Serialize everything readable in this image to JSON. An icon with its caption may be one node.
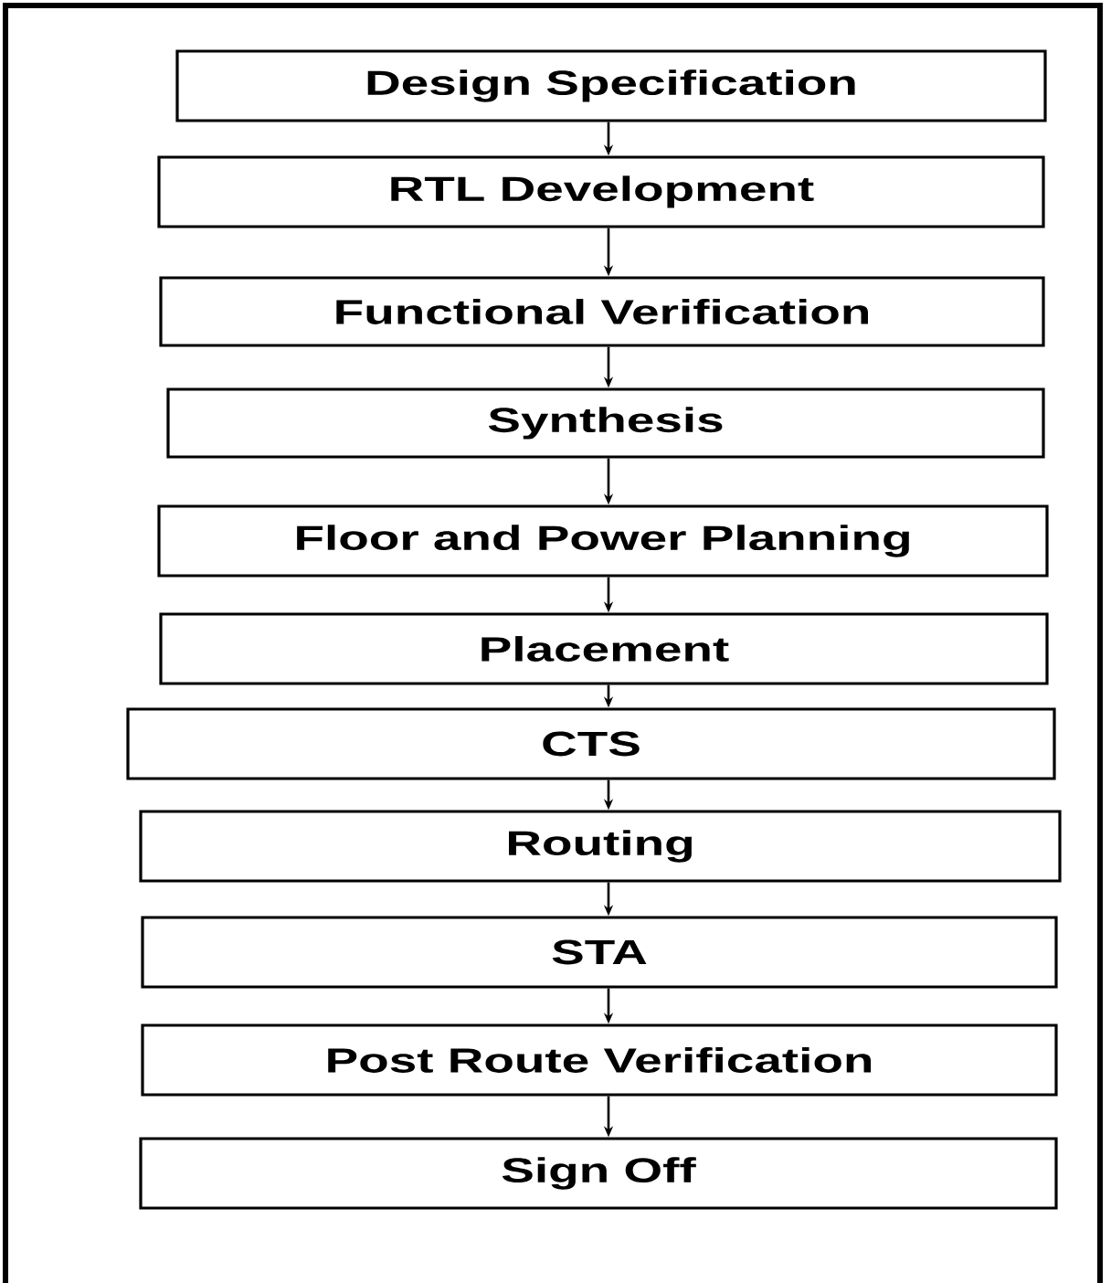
{
  "diagram": {
    "nodes": [
      {
        "text": [
          "Design Specification"
        ]
      },
      {
        "text": [
          "RTL Development"
        ]
      },
      {
        "text": [
          "Functional Verification"
        ]
      },
      {
        "text": [
          "Synthesis"
        ]
      },
      {
        "text": [
          "Floor and Power Planning"
        ]
      },
      {
        "text": [
          "Placement"
        ]
      },
      {
        "text": [
          "CTS"
        ]
      },
      {
        "text": [
          "Routing"
        ]
      },
      {
        "text": [
          "STA"
        ]
      },
      {
        "text": [
          "Post Route Verification"
        ]
      },
      {
        "text": [
          "Sign Off"
        ]
      }
    ],
    "edges": [
      {
        "from": 0,
        "to": 1,
        "arrow": "to"
      },
      {
        "from": 1,
        "to": 2,
        "arrow": "to"
      },
      {
        "from": 2,
        "to": 3,
        "arrow": "to"
      },
      {
        "from": 3,
        "to": 4,
        "arrow": "to"
      },
      {
        "from": 4,
        "to": 5,
        "arrow": "to"
      },
      {
        "from": 5,
        "to": 6,
        "arrow": "to"
      },
      {
        "from": 6,
        "to": 7,
        "arrow": "to"
      },
      {
        "from": 7,
        "to": 8,
        "arrow": "to"
      },
      {
        "from": 8,
        "to": 9,
        "arrow": "to"
      },
      {
        "from": 9,
        "to": 10,
        "arrow": "to"
      }
    ]
  }
}
